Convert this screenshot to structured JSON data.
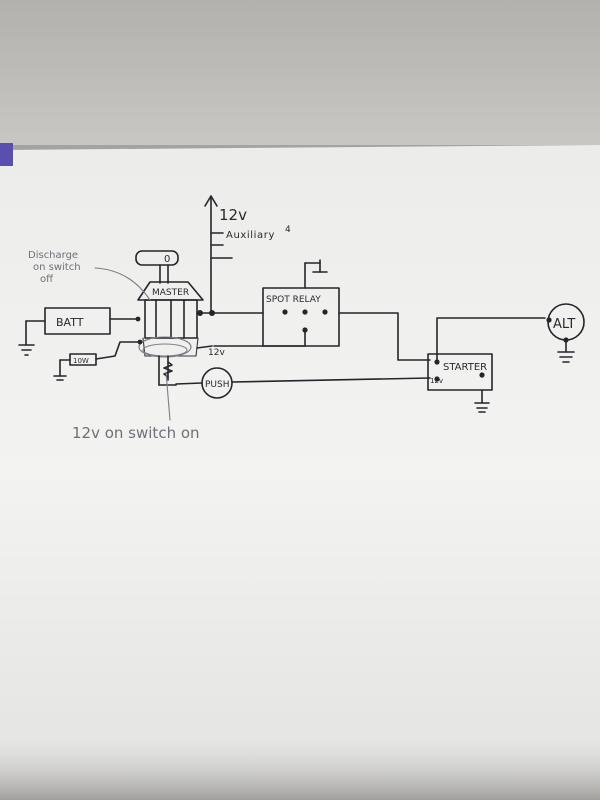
{
  "labels": {
    "aux_voltage": "12v",
    "aux_name": "Auxiliary",
    "aux_mark": "4",
    "master_dial": "0",
    "master": "MASTER",
    "batt": "BATT",
    "resistor": "10W",
    "spot_relay": "SPOT RELAY",
    "starter": "STARTER",
    "starter_tag": "12v",
    "alt": "ALT",
    "push": "PUSH",
    "twelve_v_mid": "12v",
    "discharge_note_1": "Discharge",
    "discharge_note_2": "on switch",
    "discharge_note_3": "off",
    "switch_on_note": "12v on switch on"
  },
  "colors": {
    "paper": "#f1f1ef",
    "ink": "#25252b",
    "pencil": "#7d7d86",
    "tab": "#5a4fb0"
  }
}
